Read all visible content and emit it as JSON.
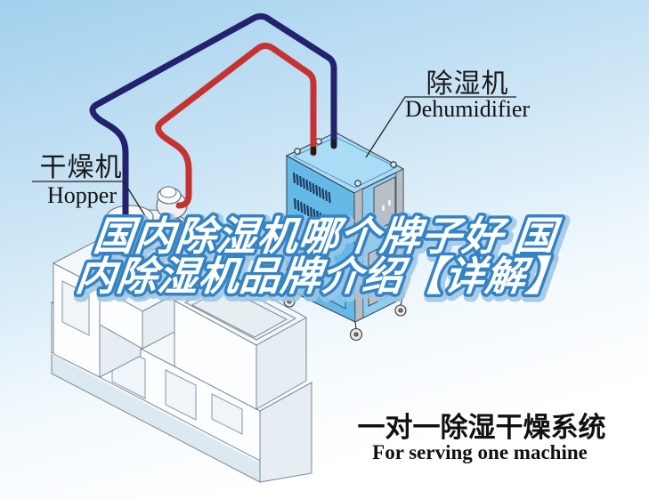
{
  "illustration": {
    "background": {
      "sky_top": "#a2d0ed",
      "sky_fade": "#ffffff"
    },
    "labels": {
      "hopper": {
        "zh": "干燥机",
        "en": "Hopper"
      },
      "dehumidifier": {
        "zh": "除湿机",
        "en": "Dehumidifier"
      }
    },
    "title": {
      "line1": "国内除湿机哪个牌子好 国",
      "line2": "内除湿机品牌介绍【详解】",
      "fill": "#ffffff",
      "outline": "#3583c4",
      "halo": "#9ec6e4"
    },
    "caption": {
      "zh": "一对一除湿干燥系统",
      "en": "For serving one machine"
    },
    "pipes": {
      "hot": "#c63232",
      "cold": "#23226e"
    },
    "machines": {
      "dehumidifier_body": "#64b9e6",
      "dehumidifier_side": "#8fcdf0",
      "dehumidifier_top": "#aadcf5",
      "panel_gray": "#b6bcc3"
    }
  }
}
